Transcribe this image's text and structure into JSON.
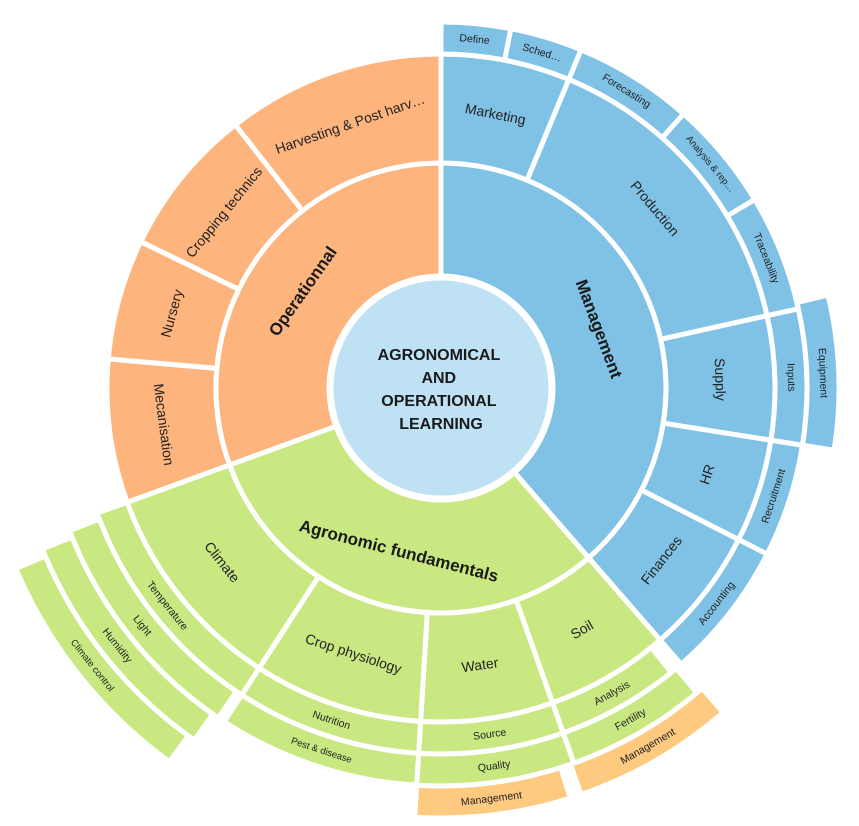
{
  "center": {
    "lines": [
      "AGRONOMICAL",
      "AND",
      "OPERATIONAL",
      "LEARNING"
    ],
    "color": "#bfe1f4"
  },
  "colors": {
    "blue": "#80c2e6",
    "green": "#c9e882",
    "orange": "#fdb47d",
    "light_orange": "#fdca80"
  },
  "branches": [
    {
      "label": "Management",
      "color": "blue",
      "children": [
        {
          "label": "Marketing",
          "children": [
            {
              "label": "Define"
            },
            {
              "label": "Sched…"
            }
          ]
        },
        {
          "label": "Production",
          "children": [
            {
              "label": "Forecasting"
            },
            {
              "label": "Analysis & rep…"
            },
            {
              "label": "Traceability"
            }
          ]
        },
        {
          "label": "Supply",
          "children": [
            {
              "label": "Inputs"
            },
            {
              "label": "Equipment"
            }
          ]
        },
        {
          "label": "HR",
          "children": [
            {
              "label": "Recruitment"
            }
          ]
        },
        {
          "label": "Finances",
          "children": [
            {
              "label": "Accounting"
            }
          ]
        }
      ]
    },
    {
      "label": "Agronomic fundamentals",
      "color": "green",
      "children": [
        {
          "label": "Soil",
          "children": [
            {
              "label": "Analysis"
            },
            {
              "label": "Fertility"
            },
            {
              "label": "Management",
              "color": "light_orange"
            }
          ]
        },
        {
          "label": "Water",
          "children": [
            {
              "label": "Source"
            },
            {
              "label": "Quality"
            },
            {
              "label": "Management",
              "color": "light_orange"
            }
          ]
        },
        {
          "label": "Crop physiology",
          "children": [
            {
              "label": "Nutrition"
            },
            {
              "label": "Pest & disease"
            }
          ]
        },
        {
          "label": "Climate",
          "children": [
            {
              "label": "Temperature"
            },
            {
              "label": "Light"
            },
            {
              "label": "Humidity"
            },
            {
              "label": "Climate control"
            }
          ]
        }
      ]
    },
    {
      "label": "Operationnal",
      "color": "orange",
      "children": [
        {
          "label": "Mecanisation"
        },
        {
          "label": "Nursery"
        },
        {
          "label": "Cropping technics"
        },
        {
          "label": "Harvesting & Post harv…"
        }
      ]
    }
  ]
}
